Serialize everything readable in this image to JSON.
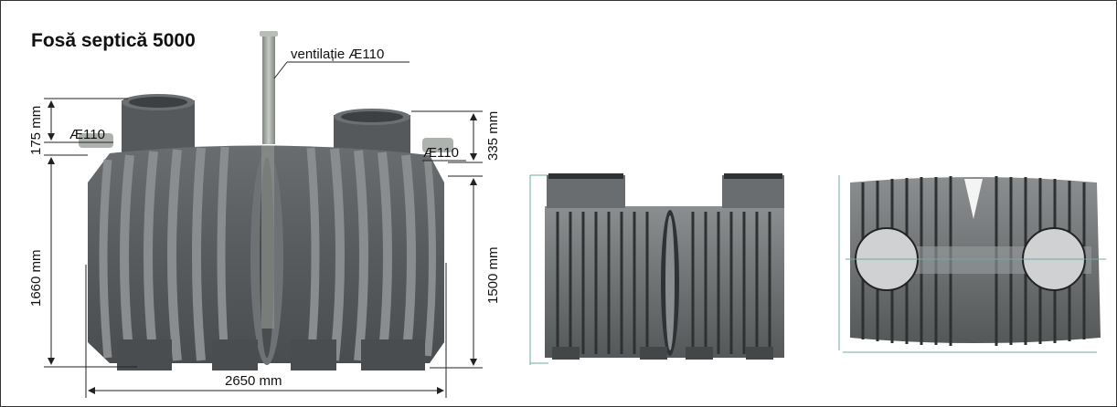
{
  "title": "Fosă septică 5000",
  "labels": {
    "vent": "ventilație Æ110",
    "pipe_left": "Æ110",
    "pipe_right": "Æ110",
    "dim_175": "175 mm",
    "dim_335": "335 mm",
    "dim_1660": "1660 mm",
    "dim_1500": "1500 mm",
    "dim_2650": "2650 mm"
  },
  "colors": {
    "tank_body": "#5f6264",
    "tank_rib_light": "#8a8d8f",
    "tank_rib_dark": "#3f4244",
    "vent_pipe": "#a9aea9",
    "line": "#222222",
    "drawing_line": "#6fa9a4"
  }
}
